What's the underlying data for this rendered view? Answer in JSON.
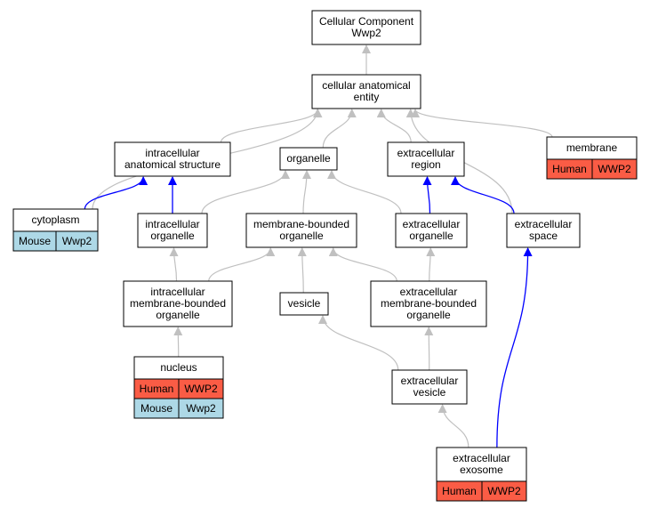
{
  "colors": {
    "edge_gray": "#c0c0c0",
    "edge_blue": "#0000ff",
    "human_fill": "#fa5c45",
    "mouse_fill": "#add8e6",
    "node_border": "#000000",
    "background": "#ffffff"
  },
  "nodes": [
    {
      "id": "cc_root",
      "lines": [
        "Cellular Component",
        "Wwp2"
      ]
    },
    {
      "id": "cae",
      "lines": [
        "cellular anatomical",
        "entity"
      ]
    },
    {
      "id": "ias",
      "lines": [
        "intracellular",
        "anatomical structure"
      ]
    },
    {
      "id": "organelle",
      "lines": [
        "organelle"
      ]
    },
    {
      "id": "ecr",
      "lines": [
        "extracellular",
        "region"
      ]
    },
    {
      "id": "membrane",
      "lines": [
        "membrane"
      ],
      "species": [
        [
          "Human",
          "WWP2"
        ]
      ]
    },
    {
      "id": "cytoplasm",
      "lines": [
        "cytoplasm"
      ],
      "species": [
        [
          "Mouse",
          "Wwp2"
        ]
      ]
    },
    {
      "id": "io",
      "lines": [
        "intracellular",
        "organelle"
      ]
    },
    {
      "id": "mbo",
      "lines": [
        "membrane-bounded",
        "organelle"
      ]
    },
    {
      "id": "eco",
      "lines": [
        "extracellular",
        "organelle"
      ]
    },
    {
      "id": "ecs",
      "lines": [
        "extracellular",
        "space"
      ]
    },
    {
      "id": "imbo",
      "lines": [
        "intracellular",
        "membrane-bounded",
        "organelle"
      ]
    },
    {
      "id": "vesicle",
      "lines": [
        "vesicle"
      ]
    },
    {
      "id": "embo",
      "lines": [
        "extracellular",
        "membrane-bounded",
        "organelle"
      ]
    },
    {
      "id": "nucleus",
      "lines": [
        "nucleus"
      ],
      "species": [
        [
          "Human",
          "WWP2"
        ],
        [
          "Mouse",
          "Wwp2"
        ]
      ]
    },
    {
      "id": "ecv",
      "lines": [
        "extracellular",
        "vesicle"
      ]
    },
    {
      "id": "exo",
      "lines": [
        "extracellular",
        "exosome"
      ],
      "species": [
        [
          "Human",
          "WWP2"
        ]
      ]
    }
  ],
  "edges": [
    {
      "from": "cae",
      "to": "cc_root",
      "color": "gray"
    },
    {
      "from": "ias",
      "to": "cae",
      "color": "gray"
    },
    {
      "from": "organelle",
      "to": "cae",
      "color": "gray"
    },
    {
      "from": "ecr",
      "to": "cae",
      "color": "gray"
    },
    {
      "from": "membrane",
      "to": "cae",
      "color": "gray"
    },
    {
      "from": "cytoplasm",
      "to": "cae",
      "color": "gray"
    },
    {
      "from": "ecs",
      "to": "cae",
      "color": "gray"
    },
    {
      "from": "cytoplasm",
      "to": "ias",
      "color": "blue"
    },
    {
      "from": "io",
      "to": "ias",
      "color": "blue"
    },
    {
      "from": "io",
      "to": "organelle",
      "color": "gray"
    },
    {
      "from": "mbo",
      "to": "organelle",
      "color": "gray"
    },
    {
      "from": "eco",
      "to": "organelle",
      "color": "gray"
    },
    {
      "from": "eco",
      "to": "ecr",
      "color": "blue"
    },
    {
      "from": "ecs",
      "to": "ecr",
      "color": "blue"
    },
    {
      "from": "imbo",
      "to": "io",
      "color": "gray"
    },
    {
      "from": "imbo",
      "to": "mbo",
      "color": "gray"
    },
    {
      "from": "vesicle",
      "to": "mbo",
      "color": "gray"
    },
    {
      "from": "embo",
      "to": "mbo",
      "color": "gray"
    },
    {
      "from": "embo",
      "to": "eco",
      "color": "gray"
    },
    {
      "from": "nucleus",
      "to": "imbo",
      "color": "gray"
    },
    {
      "from": "ecv",
      "to": "vesicle",
      "color": "gray"
    },
    {
      "from": "ecv",
      "to": "embo",
      "color": "gray"
    },
    {
      "from": "exo",
      "to": "ecv",
      "color": "gray"
    },
    {
      "from": "exo",
      "to": "ecs",
      "color": "blue"
    }
  ]
}
